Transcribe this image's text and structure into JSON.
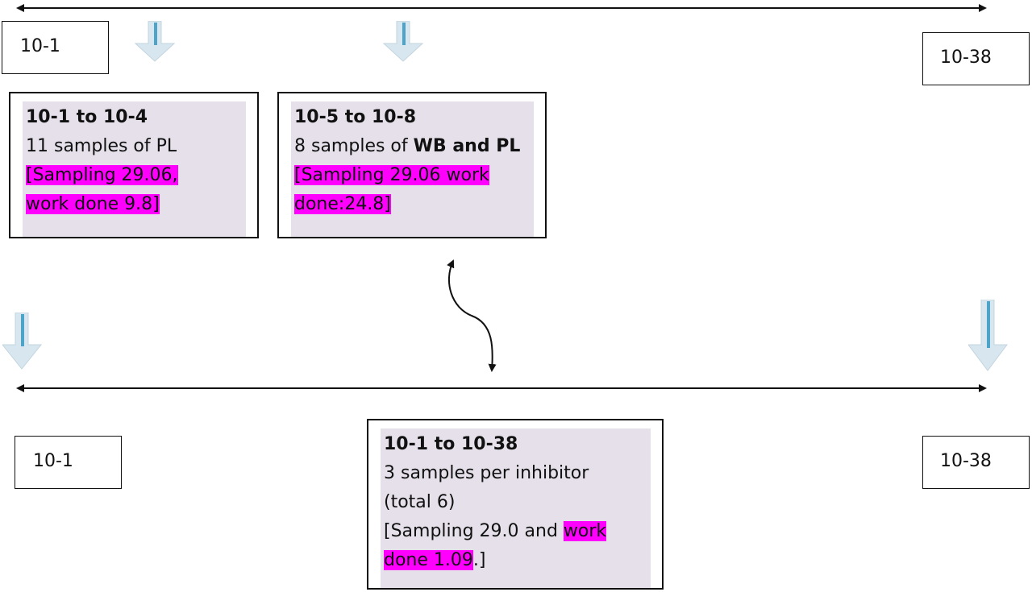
{
  "colors": {
    "line": "#111111",
    "box_fill": "#e5e0ea",
    "highlight": "#ff00ff",
    "arrow_fill": "#d7e6ef",
    "arrow_stripe": "#4ea3c8"
  },
  "top_timeline": {
    "start_label": "10-1",
    "end_label": "10-38",
    "boxes": [
      {
        "title": "10-1 to 10-4",
        "line1": "11 samples of PL",
        "highlight1": "[Sampling 29.06,",
        "highlight2": "work done 9.8]"
      },
      {
        "title": "10-5 to 10-8",
        "line1_plain": "8 samples of ",
        "line1_bold": "WB and PL",
        "highlight1": "[Sampling 29.06 work",
        "highlight2": "done:24.8]"
      }
    ]
  },
  "bottom_timeline": {
    "start_label": "10-1",
    "end_label": "10-38",
    "box": {
      "title": "10-1 to 10-38",
      "line1": "3 samples per inhibitor",
      "line2": "(total 6)",
      "line3_plain": "[Sampling 29.0 and ",
      "line3_highlight": "work",
      "line4_highlight": "done 1.09",
      "line4_plain": ".]"
    }
  },
  "icons": [
    "down-arrow-icon",
    "double-arrow-icon",
    "curved-double-arrow-icon"
  ]
}
